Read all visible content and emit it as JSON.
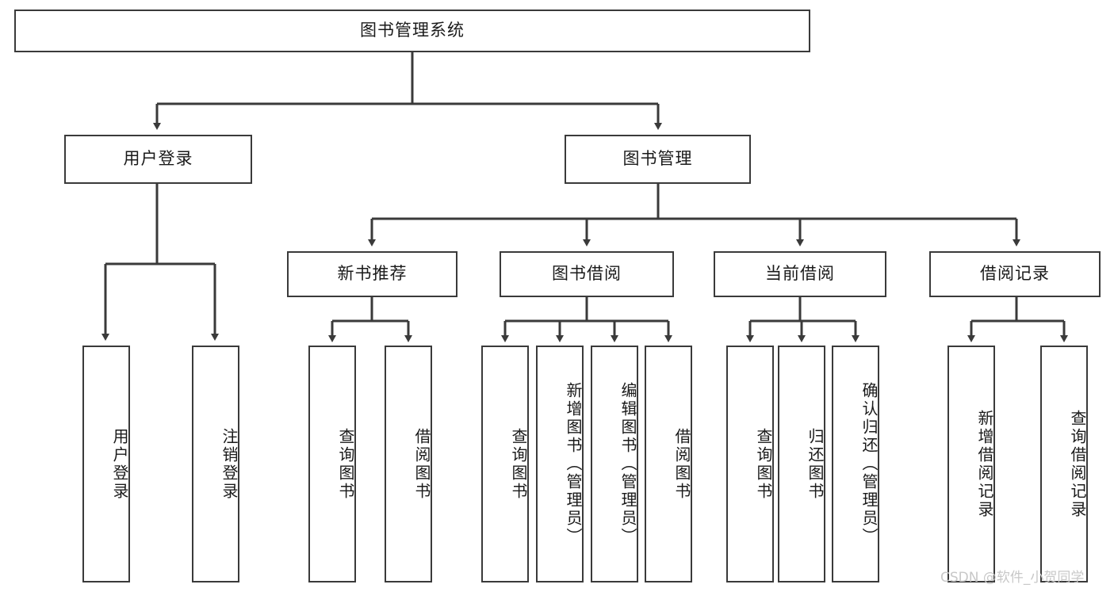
{
  "diagram": {
    "title": "图书管理系统",
    "type": "tree-hierarchy-diagram",
    "colors": {
      "stroke": "#3a3a3a",
      "fill": "#ffffff",
      "text": "#1a1a1a",
      "watermark": "#c8c8c8"
    },
    "root": {
      "label": "图书管理系统"
    },
    "level2": [
      {
        "label": "用户登录"
      },
      {
        "label": "图书管理"
      }
    ],
    "level3": [
      {
        "label": "新书推荐"
      },
      {
        "label": "图书借阅"
      },
      {
        "label": "当前借阅"
      },
      {
        "label": "借阅记录"
      }
    ],
    "leaves": {
      "user_login": [
        {
          "label": "用户登录"
        },
        {
          "label": "注销登录"
        }
      ],
      "new_book_recommend": [
        {
          "label": "查询图书"
        },
        {
          "label": "借阅图书"
        }
      ],
      "book_borrow": [
        {
          "label": "查询图书"
        },
        {
          "label": "新增图书（管理员）"
        },
        {
          "label": "编辑图书（管理员）"
        },
        {
          "label": "借阅图书"
        }
      ],
      "current_borrow": [
        {
          "label": "查询图书"
        },
        {
          "label": "归还图书"
        },
        {
          "label": "确认归还（管理员）"
        }
      ],
      "borrow_record": [
        {
          "label": "新增借阅记录"
        },
        {
          "label": "查询借阅记录"
        }
      ]
    }
  },
  "watermark": {
    "text": "CSDN @软件_小贺同学"
  }
}
